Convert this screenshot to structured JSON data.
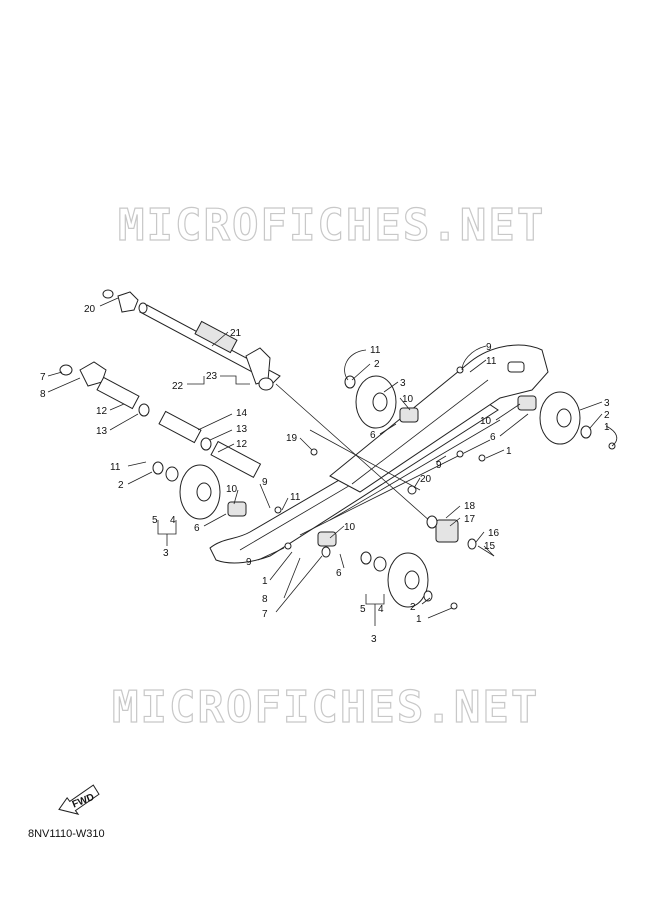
{
  "watermark": "MICROFICHES.NET",
  "diagram_code": "8NV1110-W310",
  "fwd_label": "FWD",
  "callouts": [
    {
      "id": "c20a",
      "text": "20"
    },
    {
      "id": "c21",
      "text": "21"
    },
    {
      "id": "c7a",
      "text": "7"
    },
    {
      "id": "c8a",
      "text": "8"
    },
    {
      "id": "c22",
      "text": "22"
    },
    {
      "id": "c23",
      "text": "23"
    },
    {
      "id": "c12a",
      "text": "12"
    },
    {
      "id": "c13a",
      "text": "13"
    },
    {
      "id": "c14",
      "text": "14"
    },
    {
      "id": "c13b",
      "text": "13"
    },
    {
      "id": "c12b",
      "text": "12"
    },
    {
      "id": "c11a",
      "text": "11"
    },
    {
      "id": "c2a",
      "text": "2"
    },
    {
      "id": "c5a",
      "text": "5"
    },
    {
      "id": "c4a",
      "text": "4"
    },
    {
      "id": "c3a",
      "text": "3"
    },
    {
      "id": "c10a",
      "text": "10"
    },
    {
      "id": "c6a",
      "text": "6"
    },
    {
      "id": "c9a",
      "text": "9"
    },
    {
      "id": "c11b",
      "text": "11"
    },
    {
      "id": "c9b",
      "text": "9"
    },
    {
      "id": "c1a",
      "text": "1"
    },
    {
      "id": "c8b",
      "text": "8"
    },
    {
      "id": "c7b",
      "text": "7"
    },
    {
      "id": "c10b",
      "text": "10"
    },
    {
      "id": "c6b",
      "text": "6"
    },
    {
      "id": "c5b",
      "text": "5"
    },
    {
      "id": "c4b",
      "text": "4"
    },
    {
      "id": "c3b",
      "text": "3"
    },
    {
      "id": "c2b",
      "text": "2"
    },
    {
      "id": "c1b",
      "text": "1"
    },
    {
      "id": "c19",
      "text": "19"
    },
    {
      "id": "c20b",
      "text": "20"
    },
    {
      "id": "c18",
      "text": "18"
    },
    {
      "id": "c17",
      "text": "17"
    },
    {
      "id": "c16",
      "text": "16"
    },
    {
      "id": "c15",
      "text": "15"
    },
    {
      "id": "c11c",
      "text": "11"
    },
    {
      "id": "c2c",
      "text": "2"
    },
    {
      "id": "c3c",
      "text": "3"
    },
    {
      "id": "c10c",
      "text": "10"
    },
    {
      "id": "c6c",
      "text": "6"
    },
    {
      "id": "c9c",
      "text": "9"
    },
    {
      "id": "c1c",
      "text": "1"
    },
    {
      "id": "c9d",
      "text": "9"
    },
    {
      "id": "c11d",
      "text": "11"
    },
    {
      "id": "c10d",
      "text": "10"
    },
    {
      "id": "c6d",
      "text": "6"
    },
    {
      "id": "c3d",
      "text": "3"
    },
    {
      "id": "c2d",
      "text": "2"
    },
    {
      "id": "c1d",
      "text": "1"
    }
  ]
}
